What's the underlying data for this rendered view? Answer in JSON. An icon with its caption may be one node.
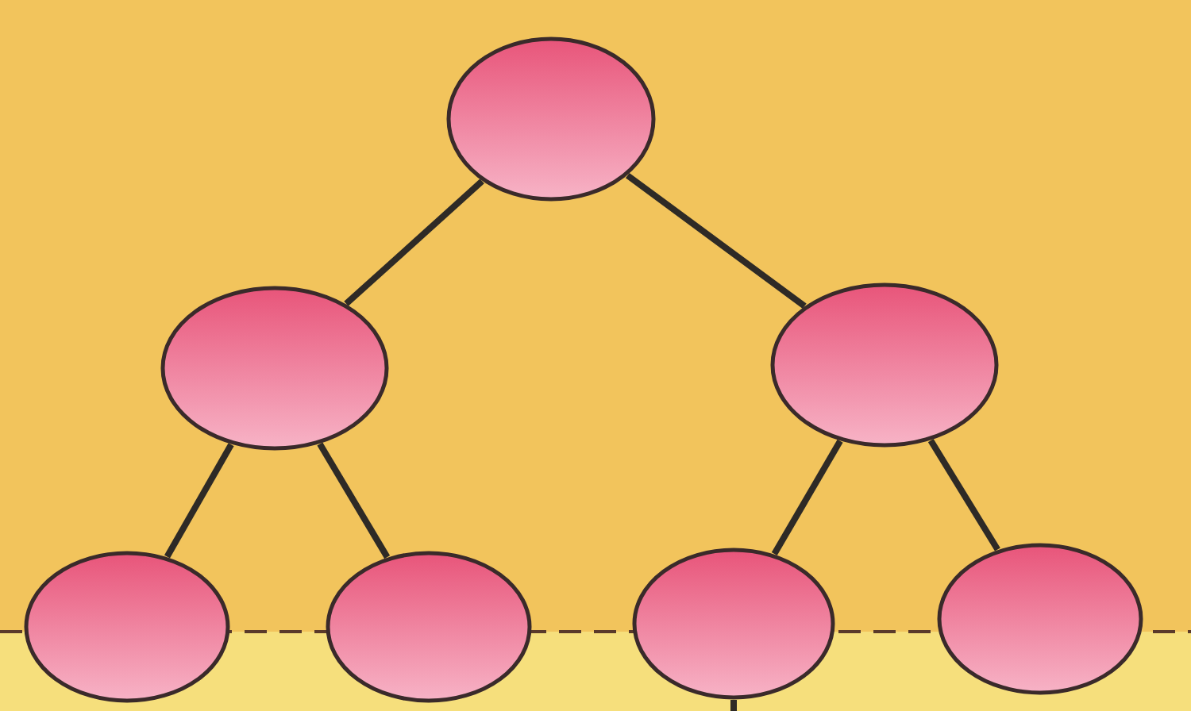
{
  "diagram": {
    "nodes": [
      {
        "text": [],
        "shape": "ellipse"
      },
      {
        "text": [],
        "shape": "ellipse"
      },
      {
        "text": [],
        "shape": "ellipse"
      },
      {
        "text": [],
        "shape": "ellipse"
      },
      {
        "text": [],
        "shape": "ellipse"
      },
      {
        "text": [],
        "shape": "ellipse"
      },
      {
        "text": [],
        "shape": "ellipse"
      }
    ],
    "edges": [
      {
        "from": 0,
        "to": 1,
        "arrow": "none"
      },
      {
        "from": 0,
        "to": 2,
        "arrow": "none"
      },
      {
        "from": 1,
        "to": 3,
        "arrow": "none"
      },
      {
        "from": 1,
        "to": 4,
        "arrow": "none"
      },
      {
        "from": 2,
        "to": 5,
        "arrow": "none"
      },
      {
        "from": 2,
        "to": 6,
        "arrow": "none"
      },
      {
        "from": 5,
        "to": null,
        "arrow": "none"
      }
    ]
  }
}
